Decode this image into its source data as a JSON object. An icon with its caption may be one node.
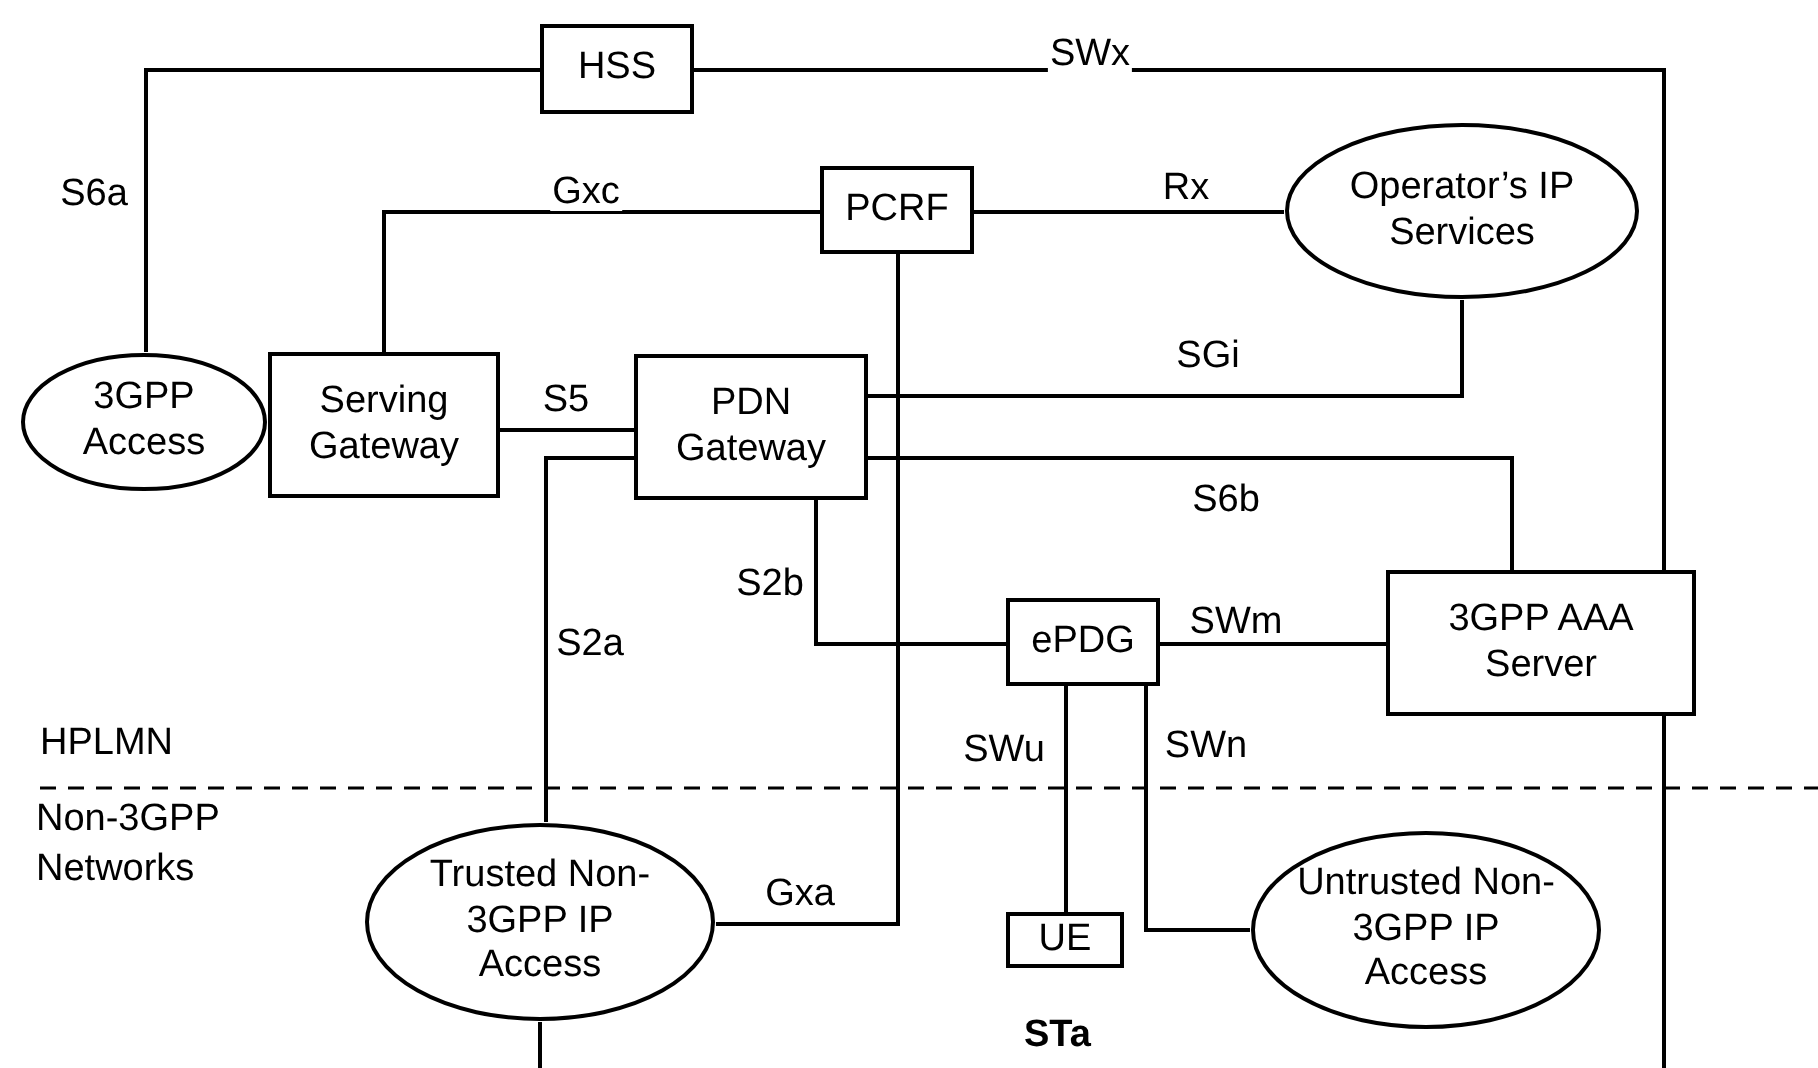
{
  "diagram": {
    "nodes": [
      {
        "text": [
          "HSS"
        ]
      },
      {
        "text": [
          "PCRF"
        ]
      },
      {
        "text": [
          "Operator’s IP Services"
        ]
      },
      {
        "text": [
          "3GPP Access"
        ]
      },
      {
        "text": [
          "Serving Gateway"
        ]
      },
      {
        "text": [
          "PDN Gateway"
        ]
      },
      {
        "text": [
          "ePDG"
        ]
      },
      {
        "text": [
          "3GPP AAA Server"
        ]
      },
      {
        "text": [
          "Trusted Non-3GPP IP Access"
        ]
      },
      {
        "text": [
          "UE"
        ]
      },
      {
        "text": [
          "Untrusted Non-3GPP IP Access"
        ]
      }
    ],
    "edges": [
      {
        "from": 0,
        "to": 7,
        "arrow": "none",
        "label": "SWx"
      },
      {
        "from": 0,
        "to": 3,
        "arrow": "none",
        "label": "S6a"
      },
      {
        "from": 1,
        "to": 4,
        "arrow": "none",
        "label": "Gxc"
      },
      {
        "from": 1,
        "to": 2,
        "arrow": "none",
        "label": "Rx"
      },
      {
        "from": 4,
        "to": 5,
        "arrow": "none",
        "label": "S5"
      },
      {
        "from": 5,
        "to": 2,
        "arrow": "none",
        "label": "SGi"
      },
      {
        "from": 5,
        "to": 7,
        "arrow": "none",
        "label": "S6b"
      },
      {
        "from": 5,
        "to": 8,
        "arrow": "none",
        "label": "S2a"
      },
      {
        "from": 1,
        "to": 8,
        "arrow": "none",
        "label": "Gxa"
      },
      {
        "from": 5,
        "to": 6,
        "arrow": "none",
        "label": "S2b"
      },
      {
        "from": 6,
        "to": 7,
        "arrow": "none",
        "label": "SWm"
      },
      {
        "from": 6,
        "to": 9,
        "arrow": "none",
        "label": "SWu"
      },
      {
        "from": 6,
        "to": 10,
        "arrow": "none",
        "label": "SWn"
      },
      {
        "from": 8,
        "to": null,
        "arrow": "none"
      },
      {
        "from": 7,
        "to": null,
        "arrow": "none"
      }
    ],
    "labels": [
      "HPLMN",
      "Non-3GPP Networks",
      "STa"
    ]
  }
}
